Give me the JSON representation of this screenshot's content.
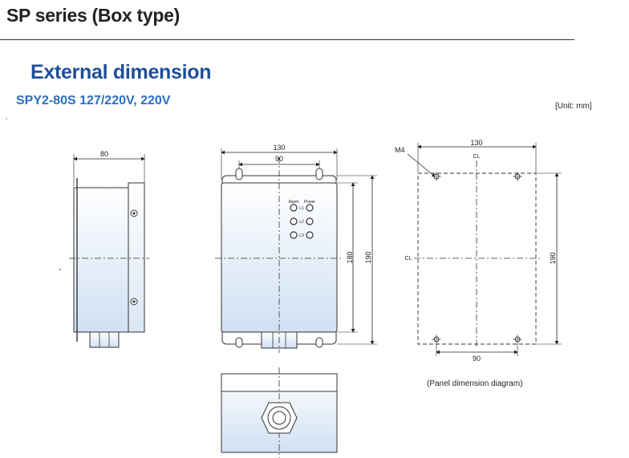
{
  "header": {
    "title": "SP series (Box type)",
    "section_title": "External dimension",
    "model": "SPY2-80S 127/220V, 220V",
    "unit": "[Unit: mm]"
  },
  "side_view": {
    "width_label": "80"
  },
  "front_view": {
    "width_label": "130",
    "hole_spacing_label": "90",
    "inner_height_label": "180",
    "height_label": "190",
    "alarm_label": "Alarm",
    "power_label": "Power",
    "phase_labels": [
      "L1",
      "L2",
      "L3"
    ]
  },
  "panel_diagram": {
    "width_label": "130",
    "hole_spacing_label": "90",
    "height_label": "190",
    "screw_label": "M4",
    "centerline_symbol": "CL",
    "caption": "(Panel dimension diagram)"
  },
  "colors": {
    "title": "#222222",
    "section_title": "#1f4f97",
    "model": "#2b6fc6",
    "box_fill_top": "#ffffff",
    "box_fill_bottom": "#d4e3f4"
  }
}
